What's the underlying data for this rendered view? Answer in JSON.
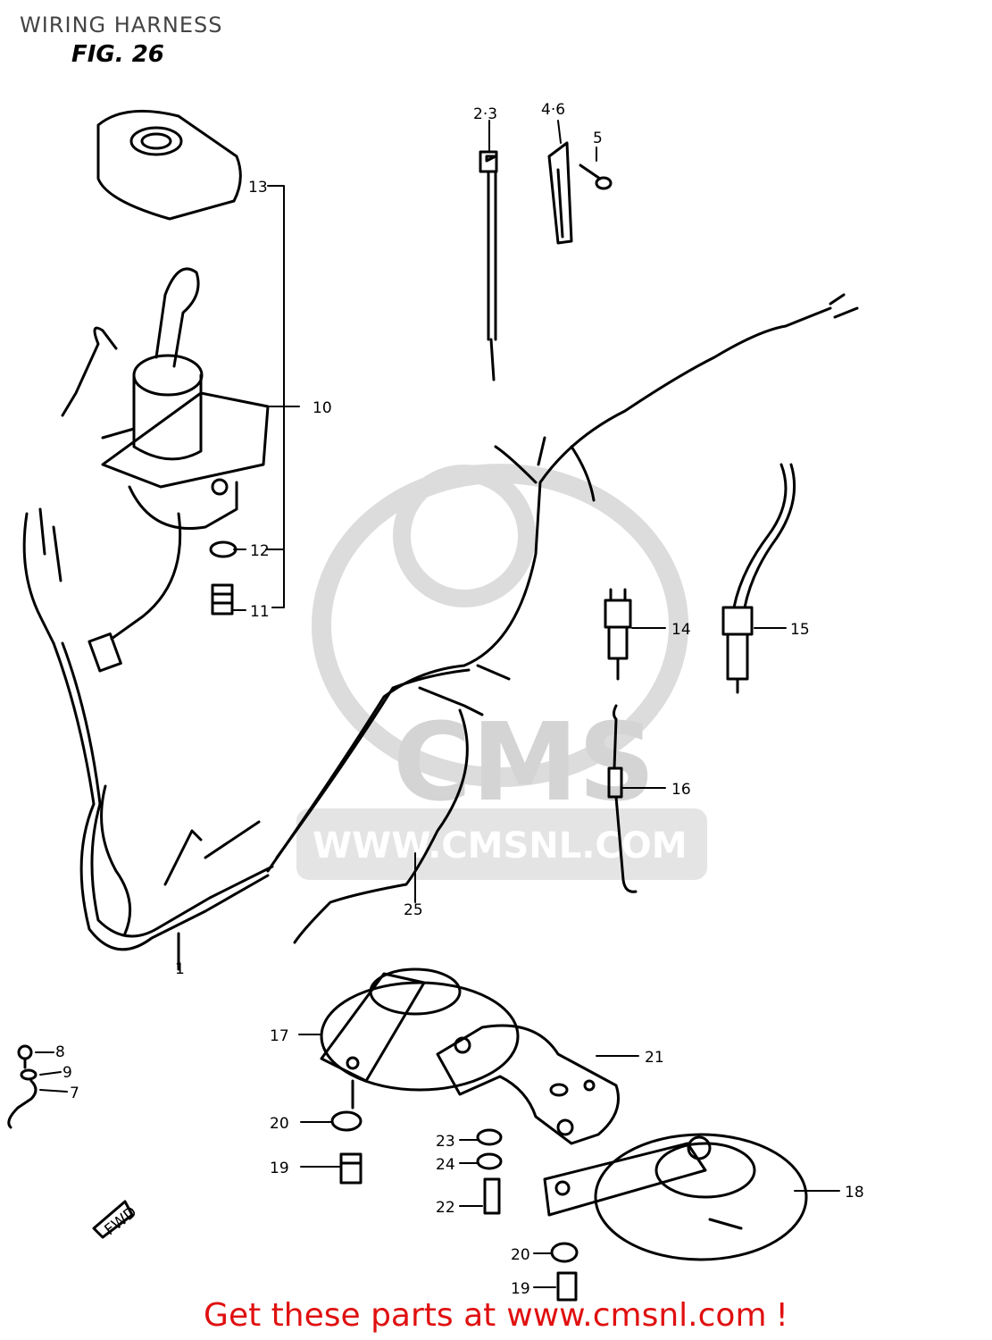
{
  "header": {
    "title": "WIRING HARNESS",
    "figure": "FIG. 26"
  },
  "watermark": {
    "brand": "CMS",
    "url": "WWW.CMSNL.COM"
  },
  "callouts": [
    "2·3",
    "4·6",
    "5",
    "13",
    "10",
    "12",
    "11",
    "14",
    "15",
    "16",
    "25",
    "1",
    "17",
    "21",
    "8",
    "9",
    "7",
    "20",
    "19",
    "23",
    "24",
    "22",
    "18",
    "20",
    "19"
  ],
  "direction_marker": "FWD",
  "footer": {
    "lead": "Get these parts at",
    "link": "www.cmsnl.com",
    "tail": "!"
  }
}
